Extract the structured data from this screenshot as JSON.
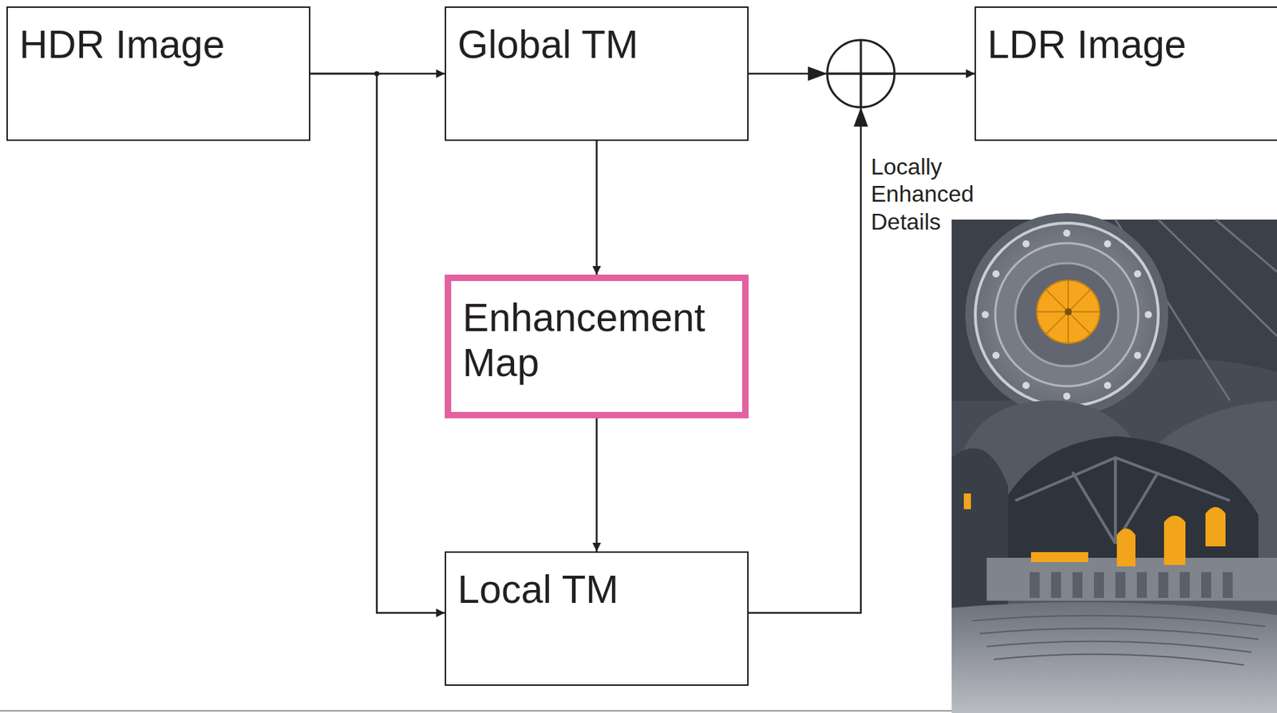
{
  "diagram": {
    "nodes": [
      {
        "text": [
          "HDR Image"
        ]
      },
      {
        "text": [
          "Global TM"
        ]
      },
      {
        "text": [
          "Enhancement Map"
        ]
      },
      {
        "text": [
          "Local TM"
        ]
      },
      {
        "text": [
          "LDR Image"
        ]
      }
    ],
    "edges": [
      {
        "from": 0,
        "to": 1,
        "arrow": "to"
      },
      {
        "from": 0,
        "to": 3,
        "arrow": "to"
      },
      {
        "from": 1,
        "to": 2,
        "arrow": "to"
      },
      {
        "from": 2,
        "to": 3,
        "arrow": "to"
      },
      {
        "from": 1,
        "to": 4,
        "arrow": "to"
      },
      {
        "from": 3,
        "to": 4,
        "label": "Locally Enhanced Details",
        "arrow": "to"
      }
    ]
  }
}
